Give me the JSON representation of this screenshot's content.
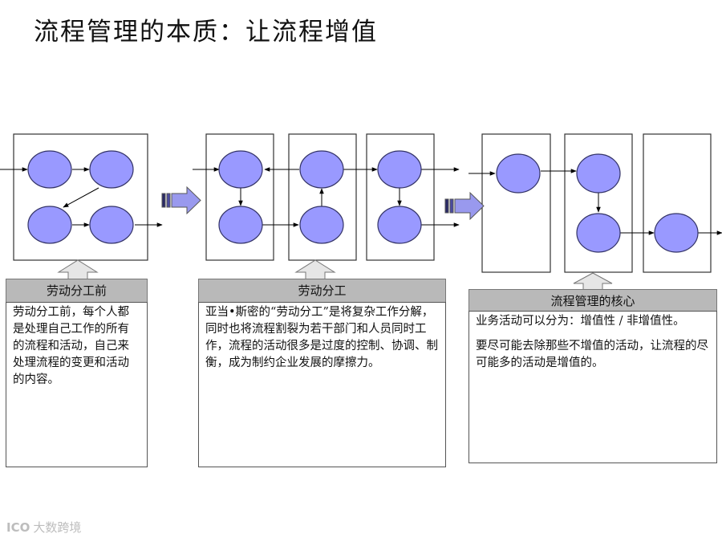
{
  "title": "流程管理的本质：让流程增值",
  "sections": [
    {
      "caption": "劳动分工前",
      "paragraphs": [
        "劳动分工前，每个人都是处理自己工作的所有的流程和活动，自己来处理流程的变更和活动的内容。"
      ]
    },
    {
      "caption": "劳动分工",
      "paragraphs": [
        "亚当•斯密的“劳动分工”是将复杂工作分解，同时也将流程割裂为若干部门和人员同时工作，流程的活动很多是过度的控制、协调、制衡，成为制约企业发展的摩擦力。"
      ]
    },
    {
      "caption": "流程管理的核心",
      "paragraphs": [
        "业务活动可以分为：增值性 / 非增值性。",
        "要尽可能去除那些不增值的活动，让流程的尽可能多的活动是增值的。"
      ]
    }
  ],
  "watermark": {
    "logo": "ICO",
    "text": "大数跨境"
  },
  "colors": {
    "node_fill": "#9999ff",
    "node_stroke": "#333366",
    "caption_bg": "#b9b9b9",
    "arrow_fill": "#9999ee"
  }
}
